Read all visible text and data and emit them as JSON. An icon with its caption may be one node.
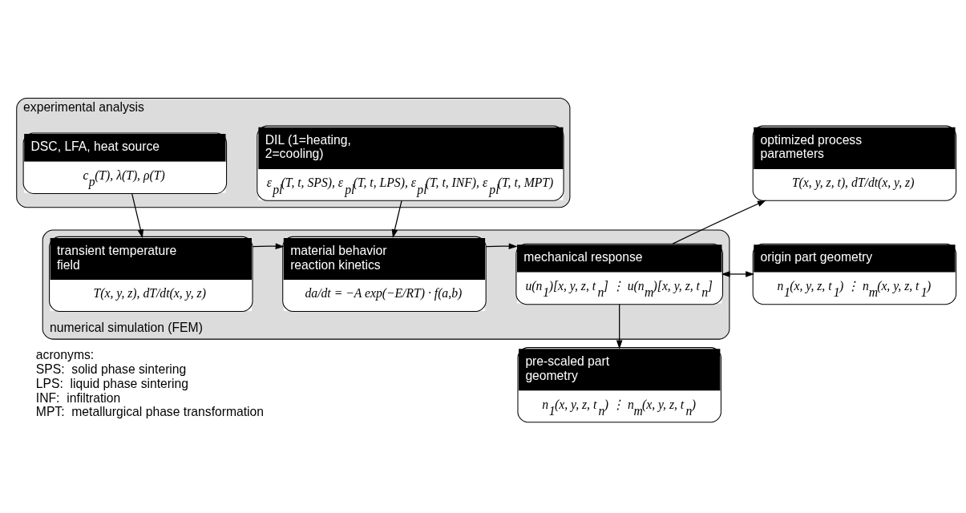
{
  "diagram": {
    "nodes": [
      {
        "text": [
          "experimental analysis"
        ]
      },
      {
        "text": [
          "DSC, LFA, heat source",
          "c$_{p}$(T), λ(T), ρ(T)"
        ],
        "in": 0
      },
      {
        "text": [
          "DIL (1=heating, 2=cooling)",
          "ε$_{pl}$(T, t, SPS), ε$_{pl}$(T, t, LPS), ε$_{pl}$(T, t, INF), ε$_{pl}$(T, t, MPT)"
        ],
        "in": 0
      },
      {
        "text": [
          "optimized process parameters",
          "T(x, y, z, t), dT/dt(x, y, z)"
        ]
      },
      {
        "text": [
          "numerical simulation (FEM)"
        ]
      },
      {
        "text": [
          "transient temperature field",
          "T(x, y, z), dT/dt(x, y, z)"
        ],
        "in": 4
      },
      {
        "text": [
          "material behavior reaction kinetics",
          "da/dt = −A exp(−E/RT) · f(a,b)"
        ],
        "in": 4
      },
      {
        "text": [
          "mechanical response",
          "u(n$_{1}$)[x, y, z, t$_{n}$] ⋮ u(n$_{m}$)[x, y, z, t$_{n}$]"
        ],
        "in": 4
      },
      {
        "text": [
          "origin part geometry",
          "n$_{1}$(x, y, z, t$_{1}$) ⋮ n$_{m}$(x, y, z, t$_{1}$)"
        ]
      },
      {
        "text": [
          "pre-scaled part geometry",
          "n$_{1}$(x, y, z, t$_{n}$) ⋮ n$_{m}$(x, y, z, t$_{n}$)"
        ]
      }
    ],
    "edges": [
      {
        "from": 1,
        "to": 5,
        "arrow": "to"
      },
      {
        "from": 2,
        "to": 6,
        "arrow": "to"
      },
      {
        "from": 5,
        "to": 6,
        "arrow": "to"
      },
      {
        "from": 6,
        "to": 7,
        "arrow": "to"
      },
      {
        "from": 7,
        "to": 3,
        "arrow": "to"
      },
      {
        "from": 7,
        "to": 8,
        "arrow": "both"
      },
      {
        "from": 7,
        "to": 9,
        "arrow": "to"
      }
    ],
    "labels": [
      "acronyms:",
      "SPS:  solid phase sintering",
      "LPS:  liquid phase sintering",
      "INF:  infiltration",
      "MPT:  metallurgical phase transformation"
    ]
  }
}
